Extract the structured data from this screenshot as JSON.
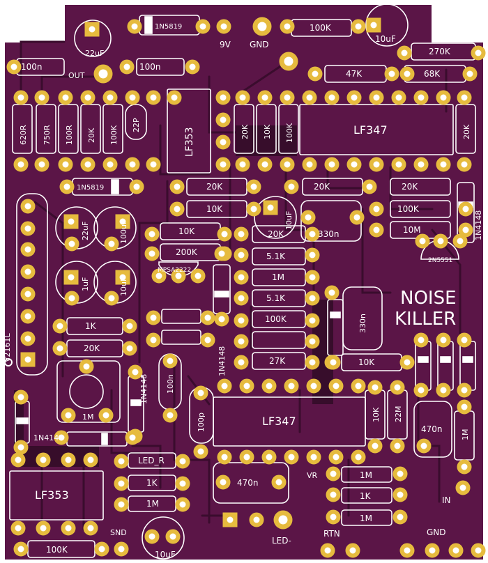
{
  "board": {
    "title_line1": "NOISE",
    "title_line2": "KILLER",
    "colors": {
      "soldermask": "#5b1547",
      "trace": "#3a0c2d",
      "pad_ring": "#e6bb3e",
      "silk": "#ffffff",
      "copper_fill": "#1a0714"
    }
  },
  "components": {
    "diode_top": "1N5819",
    "diode_mid": "1N5819",
    "cap_22uf_top": "22uF",
    "cap_10uf_top": "10uF",
    "cap_100n_a": "100n",
    "cap_100n_b": "100n",
    "res_100k_top": "100K",
    "res_270k": "270K",
    "res_47k": "47K",
    "res_68k": "68K",
    "label_9v": "9V",
    "label_gnd_top": "GND",
    "label_out": "OUT",
    "vr_620r": "620R",
    "vr_750r": "750R",
    "vr_100r": "100R",
    "vr_20k_a": "20K",
    "vr_100k_a": "100K",
    "cap_22p": "22P",
    "ic_lf353_top": "LF353",
    "vr_20k_b": "20K",
    "vr_10k": "10K",
    "vr_100k_b": "100K",
    "ic_lf347_top": "LF347",
    "vr_20k_c": "20K",
    "res_20k_1": "20K",
    "res_10k_1": "10K",
    "cap_10uf_mid": "10uF",
    "res_20k_2": "20K",
    "cap_330n_top": "330n",
    "res_20k_3": "20K",
    "res_100k_3": "100K",
    "res_10m": "10M",
    "diode_1n4148_right": "1N4148",
    "cap_22uf_left": "22uF",
    "cap_100uf": "100uF",
    "cap_1uf": "1uF",
    "cap_10uf_left": "10uF",
    "res_10k_2": "10K",
    "res_200k": "200K",
    "transistor_mpsa": "MPSA2222",
    "transistor_2n": "2N5551",
    "res_20k_4": "20K",
    "res_51k_a": "5.1K",
    "res_1m_a": "1M",
    "res_51k_b": "5.1K",
    "res_100k_4": "100K",
    "res_27k": "27K",
    "cap_330n_mid": "330n",
    "res_10k_3": "10K",
    "diode_1n4148_mid": "1N4148",
    "res_1k_left": "1K",
    "res_20k_left": "20K",
    "ic_v2161l": "V2161L",
    "pot_1m": "1M",
    "diode_1n4148_left": "1N4148",
    "cap_100n_c": "100n",
    "cap_100p": "100p",
    "ic_lf347_bottom": "LF347",
    "vr_10k_bottom": "10K",
    "vr_22m": "22M",
    "cap_470n_right": "470n",
    "res_1m_right": "1M",
    "diode_1n4148_bl": "1N4148",
    "ic_lf353_bottom": "LF353",
    "res_led_r": "LED_R",
    "res_1k_bottom": "1K",
    "res_1m_bottom": "1M",
    "cap_470n_bottom": "470n",
    "label_vr": "VR",
    "res_1m_b1": "1M",
    "res_1k_b2": "1K",
    "res_1m_b3": "1M",
    "label_in": "IN",
    "label_snd": "SND",
    "cap_10uf_bottom": "10uF",
    "res_100k_bottom": "100K",
    "label_led": "LED-",
    "label_rtn": "RTN",
    "label_gnd_bottom": "GND"
  }
}
